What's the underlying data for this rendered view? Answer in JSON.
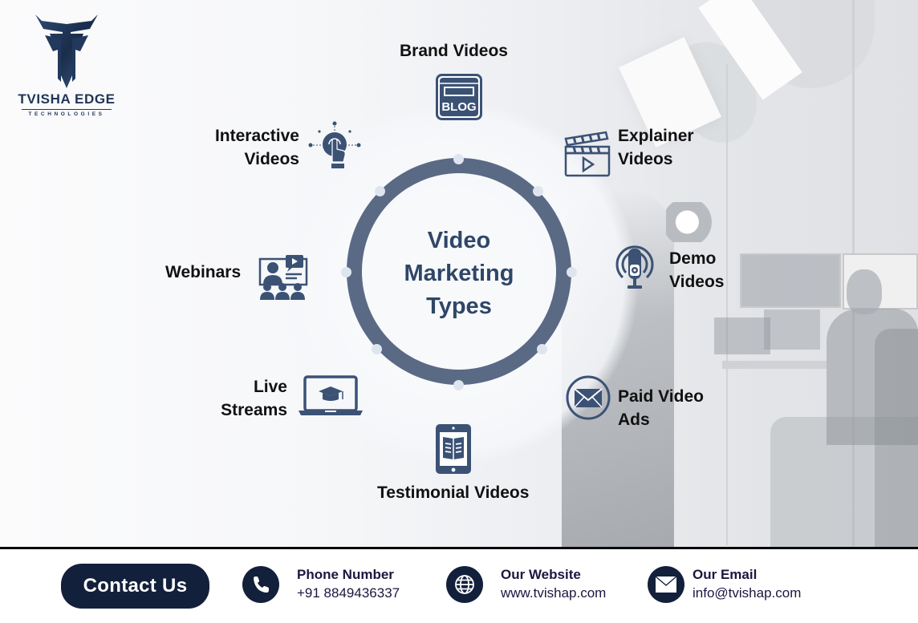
{
  "brand": {
    "name": "TVISHA EDGE",
    "tagline": "TECHNOLOGIES",
    "primary_color": "#1f3556"
  },
  "center": {
    "title_lines": [
      "Video",
      "Marketing",
      "Types"
    ],
    "ring_color": "#5a6a85",
    "text_color": "#2f4668"
  },
  "items": [
    {
      "id": "brand-videos",
      "lines": [
        "Brand Videos"
      ],
      "icon": "blog-browser-icon"
    },
    {
      "id": "explainer-videos",
      "lines": [
        "Explainer",
        "Videos"
      ],
      "icon": "clapperboard-play-icon"
    },
    {
      "id": "demo-videos",
      "lines": [
        "Demo",
        "Videos"
      ],
      "icon": "podcast-microphone-icon"
    },
    {
      "id": "paid-video-ads",
      "lines": [
        "Paid Video",
        "Ads"
      ],
      "icon": "envelope-circle-icon"
    },
    {
      "id": "testimonial-videos",
      "lines": [
        "Testimonial Videos"
      ],
      "icon": "tablet-book-icon"
    },
    {
      "id": "live-streams",
      "lines": [
        "Live",
        "Streams"
      ],
      "icon": "laptop-graduation-cap-icon"
    },
    {
      "id": "webinars",
      "lines": [
        "Webinars"
      ],
      "icon": "webinar-presenter-icon"
    },
    {
      "id": "interactive-videos",
      "lines": [
        "Interactive",
        "Videos"
      ],
      "icon": "touch-hand-icon"
    }
  ],
  "icon_color": "#3b5275",
  "footer": {
    "contact_button": "Contact Us",
    "phone": {
      "title": "Phone Number",
      "value": "+91 8849436337",
      "icon": "phone-icon"
    },
    "website": {
      "title": "Our Website",
      "value": "www.tvishap.com",
      "icon": "globe-icon"
    },
    "email": {
      "title": "Our Email",
      "value": "info@tvishap.com",
      "icon": "mail-icon"
    },
    "dark_color": "#13203b"
  }
}
